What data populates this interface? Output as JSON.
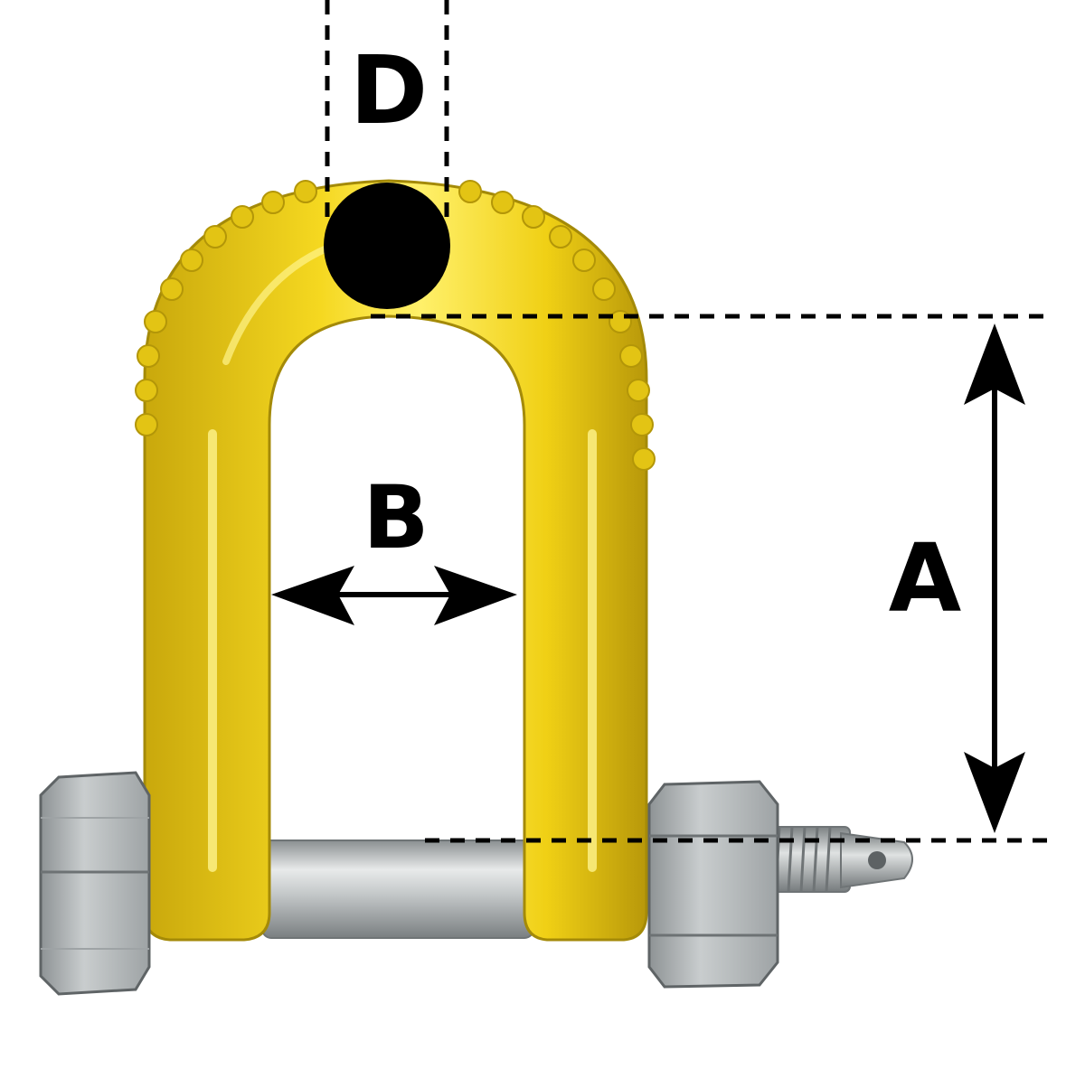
{
  "dimensions": {
    "D": "D",
    "B": "B",
    "A": "A"
  },
  "colors": {
    "shackle_body": "#f2d21a",
    "shackle_shade": "#c9a80c",
    "shackle_highlight": "#fff27a",
    "metal": "#b8bcbd",
    "metal_dark": "#7f8486",
    "metal_light": "#e6e8e8",
    "ink": "#000000"
  }
}
